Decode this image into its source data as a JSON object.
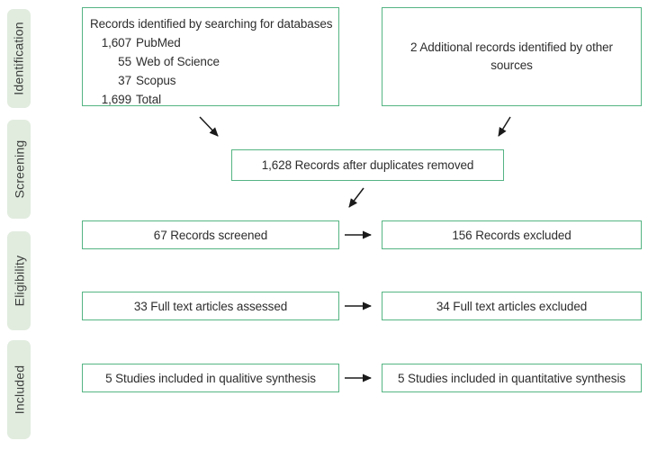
{
  "colors": {
    "box_border": "#55b483",
    "stage_background": "#e1ecdf",
    "text": "#2d2d2d",
    "arrow": "#1a1a1a"
  },
  "stages": [
    {
      "label": "Identification"
    },
    {
      "label": "Screening"
    },
    {
      "label": "Eligibility"
    },
    {
      "label": "Included"
    }
  ],
  "boxes": {
    "identified": {
      "title": "Records identified by searching for databases",
      "rows": [
        {
          "count": "1,607",
          "label": "PubMed"
        },
        {
          "count": "55",
          "label": "Web of Science"
        },
        {
          "count": "37",
          "label": "Scopus"
        },
        {
          "count": "1,699",
          "label": "Total"
        }
      ]
    },
    "additional": {
      "text": "2 Additional records identified by other sources"
    },
    "duplicates": {
      "text": "1,628 Records after duplicates removed"
    },
    "screened": {
      "text": "67 Records screened"
    },
    "records_excluded": {
      "text": "156 Records excluded"
    },
    "fulltext_assessed": {
      "text": "33 Full text articles assessed"
    },
    "fulltext_excluded": {
      "text": "34 Full text articles excluded"
    },
    "qualitative": {
      "text": "5 Studies included in qualitive synthesis"
    },
    "quantitative": {
      "text": "5 Studies included in quantitative synthesis"
    }
  }
}
